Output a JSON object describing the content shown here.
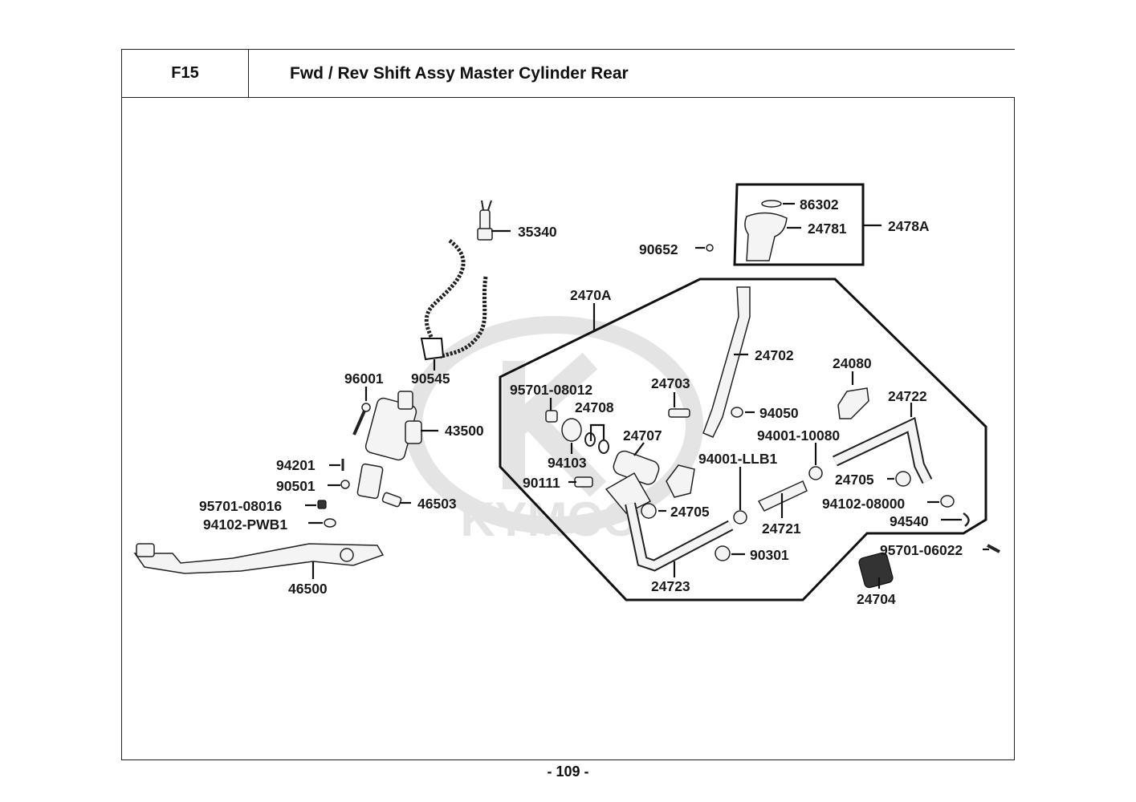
{
  "header": {
    "code": "F15",
    "title": "Fwd / Rev Shift Assy  Master Cylinder Rear"
  },
  "watermark": "KYMCO",
  "page_number": "- 109 -",
  "callouts": {
    "c35340": "35340",
    "c90545": "90545",
    "c96001": "96001",
    "c43500": "43500",
    "c94201": "94201",
    "c90501": "90501",
    "c95701_08016": "95701-08016",
    "c94102_PWB1": "94102-PWB1",
    "c46503": "46503",
    "c46500": "46500",
    "c86302": "86302",
    "c24781": "24781",
    "c2478A": "2478A",
    "c90652": "90652",
    "c2470A": "2470A",
    "c24702": "24702",
    "c24080": "24080",
    "c24703": "24703",
    "c95701_08012": "95701-08012",
    "c24708": "24708",
    "c94050": "94050",
    "c24722": "24722",
    "c24707": "24707",
    "c94001_10080": "94001-10080",
    "c94103": "94103",
    "c94001_LLB1": "94001-LLB1",
    "c90111": "90111",
    "c24705a": "24705",
    "c24705b": "24705",
    "c94102_08000": "94102-08000",
    "c24721": "24721",
    "c94540": "94540",
    "c90301": "90301",
    "c95701_06022": "95701-06022",
    "c24723": "24723",
    "c24704": "24704"
  }
}
